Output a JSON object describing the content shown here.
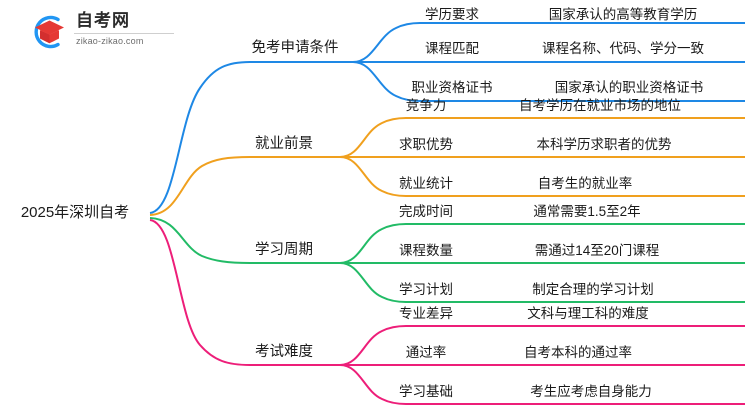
{
  "logo": {
    "name": "自考网",
    "domain": "zikao-zikao.com",
    "mark_icon": "graduation-cap-icon",
    "arc_color": "#2196F3",
    "cap_color": "#E53935"
  },
  "mindmap": {
    "root": "2025年深圳自考",
    "branch_colors": [
      "#1E88E5",
      "#F0A01E",
      "#22BB66",
      "#ED1E79"
    ],
    "branches": [
      {
        "label": "免考申请条件",
        "color": "#1E88E5",
        "children": [
          {
            "label": "学历要求",
            "detail": "国家承认的高等教育学历"
          },
          {
            "label": "课程匹配",
            "detail": "课程名称、代码、学分一致"
          },
          {
            "label": "职业资格证书",
            "detail": "国家承认的职业资格证书"
          }
        ]
      },
      {
        "label": "就业前景",
        "color": "#F0A01E",
        "children": [
          {
            "label": "竞争力",
            "detail": "自考学历在就业市场的地位"
          },
          {
            "label": "求职优势",
            "detail": "本科学历求职者的优势"
          },
          {
            "label": "就业统计",
            "detail": "自考生的就业率"
          }
        ]
      },
      {
        "label": "学习周期",
        "color": "#22BB66",
        "children": [
          {
            "label": "完成时间",
            "detail": "通常需要1.5至2年"
          },
          {
            "label": "课程数量",
            "detail": "需通过14至20门课程"
          },
          {
            "label": "学习计划",
            "detail": "制定合理的学习计划"
          }
        ]
      },
      {
        "label": "考试难度",
        "color": "#ED1E79",
        "children": [
          {
            "label": "专业差异",
            "detail": "文科与理工科的难度"
          },
          {
            "label": "通过率",
            "detail": "自考本科的通过率"
          },
          {
            "label": "学习基础",
            "detail": "考生应考虑自身能力"
          }
        ]
      }
    ]
  }
}
